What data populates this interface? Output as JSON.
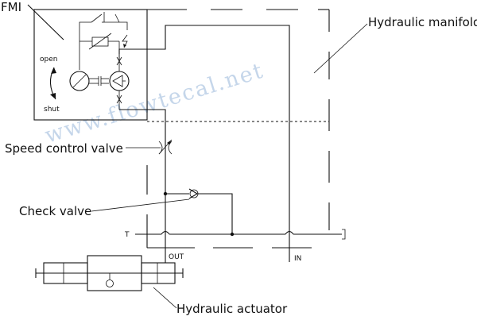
{
  "labels": {
    "fmi": "FMI",
    "manifold": "Hydraulic manifold",
    "speed_valve": "Speed control valve",
    "check_valve": "Check valve",
    "actuator": "Hydraulic actuator",
    "open": "open",
    "shut": "shut",
    "port_t": "T",
    "port_out": "OUT",
    "port_in": "IN"
  },
  "watermark": "www.flowtecal.net",
  "colors": {
    "line": "#111111",
    "watermark": "#c5d6ea",
    "background": "#ffffff"
  }
}
